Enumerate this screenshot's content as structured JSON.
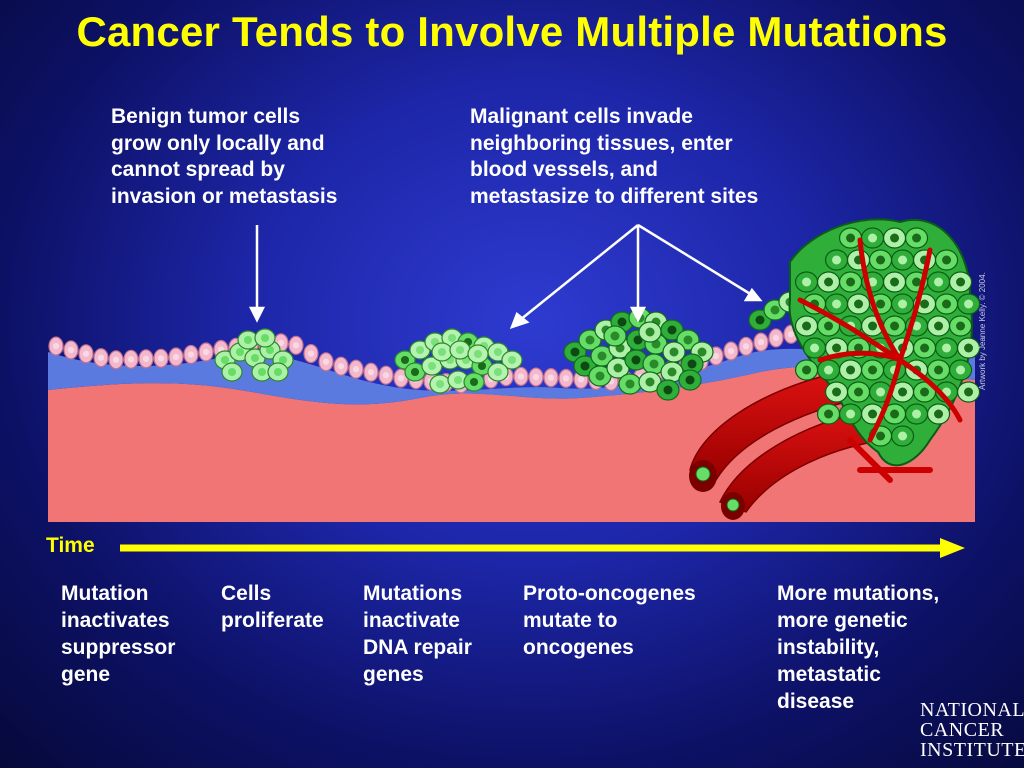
{
  "title": "Cancer Tends to Involve Multiple Mutations",
  "callouts": {
    "benign": [
      "Benign tumor cells",
      "grow only locally and",
      "cannot spread by",
      "invasion or metastasis"
    ],
    "malignant": [
      "Malignant cells invade",
      "neighboring tissues, enter",
      "blood vessels, and",
      "metastasize to different sites"
    ]
  },
  "time_label": "Time",
  "stages": [
    [
      "Mutation",
      "inactivates",
      "suppressor",
      "gene"
    ],
    [
      "Cells",
      "proliferate"
    ],
    [
      "Mutations",
      "inactivate",
      "DNA repair",
      "genes"
    ],
    [
      "Proto-oncogenes",
      "mutate to",
      "oncogenes"
    ],
    [
      "More mutations,",
      "more genetic",
      "instability,",
      "metastatic",
      "disease"
    ]
  ],
  "credit": "Artwork by Jeanne Kelly. © 2004.",
  "logo": [
    "NATIONAL",
    "CANCER",
    "INSTITUTE"
  ],
  "colors": {
    "title": "#ffff00",
    "timeline": "#ffff00",
    "tissue": "#f07070",
    "basement": "#5577dd",
    "normal_cell": "#f4b8cc",
    "mutant_cell": "#66dd66",
    "blood_vessel": "#cc0000"
  }
}
